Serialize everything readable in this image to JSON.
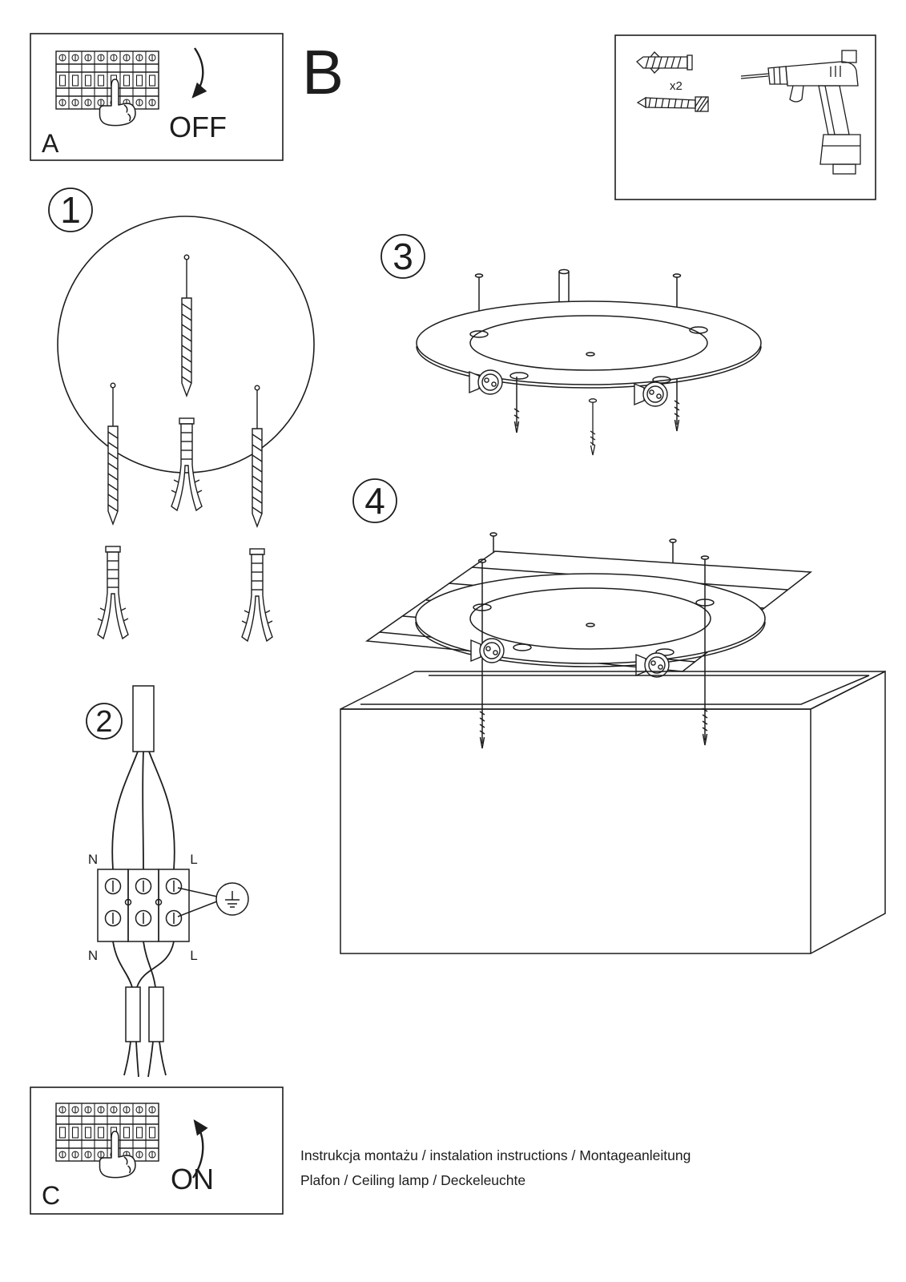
{
  "panel_a": {
    "label": "A",
    "action": "OFF"
  },
  "panel_c": {
    "label": "C",
    "action": "ON"
  },
  "section_b": {
    "label": "B"
  },
  "tools": {
    "qty": "x2"
  },
  "steps": {
    "s1": "1",
    "s2": "2",
    "s3": "3",
    "s4": "4"
  },
  "wiring": {
    "n_top": "N",
    "l_top": "L",
    "n_bottom": "N",
    "l_bottom": "L"
  },
  "footer": {
    "line1": "Instrukcja montażu / instalation instructions / Montageanleitung",
    "line2": "Plafon / Ceiling lamp / Deckeleuchte"
  }
}
